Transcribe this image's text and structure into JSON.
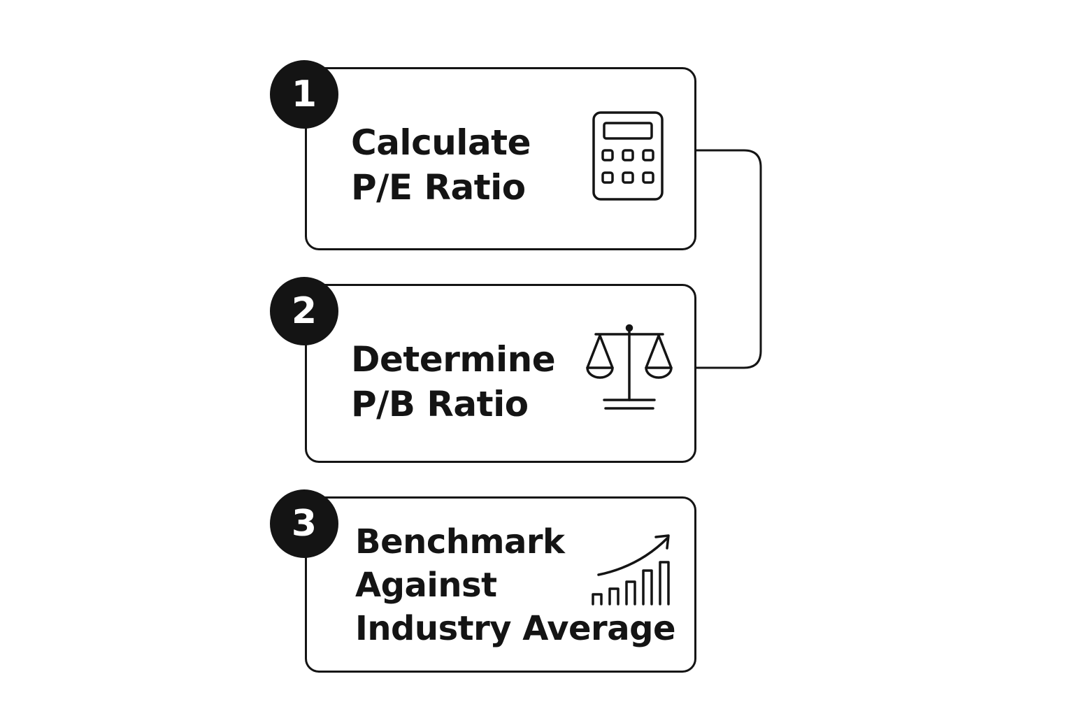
{
  "diagram": {
    "steps": [
      {
        "number": "1",
        "title_lines": [
          "Calculate",
          "P/E Ratio"
        ],
        "icon": "calculator-icon"
      },
      {
        "number": "2",
        "title_lines": [
          "Determine",
          "P/B Ratio"
        ],
        "icon": "balance-scale-icon"
      },
      {
        "number": "3",
        "title_lines": [
          "Benchmark",
          "Against",
          "Industry Average"
        ],
        "icon": "growth-chart-icon"
      }
    ],
    "colors": {
      "ink": "#141414",
      "background": "#ffffff"
    }
  }
}
